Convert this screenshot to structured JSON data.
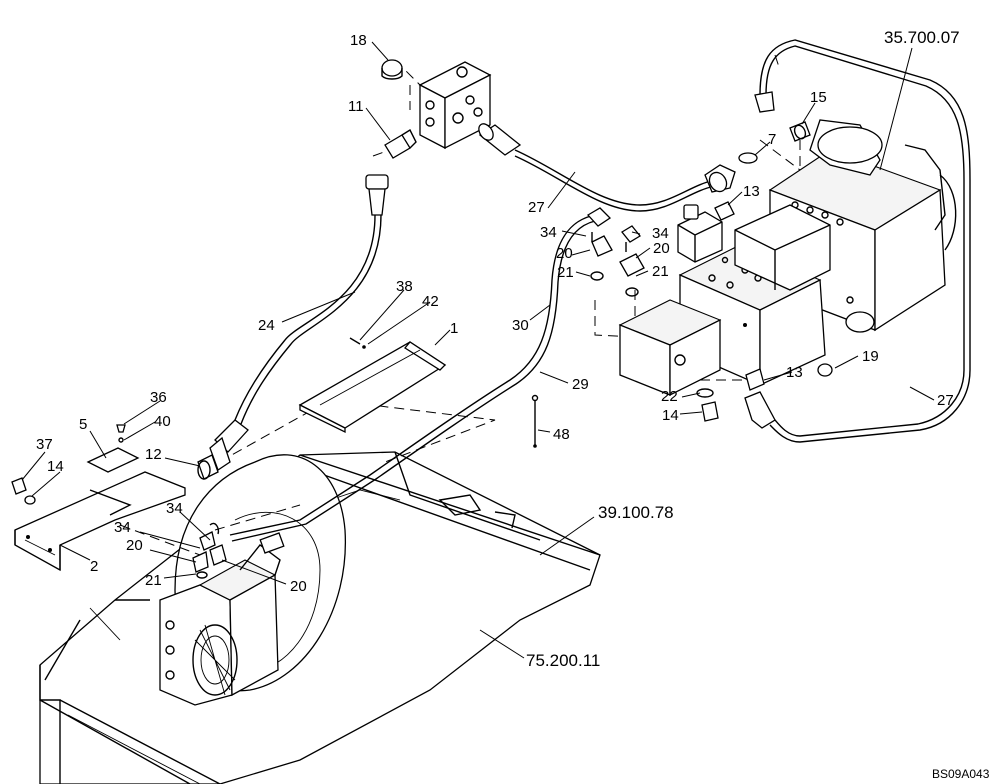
{
  "diagram": {
    "drawing_code": "BS09A043",
    "reference_labels": [
      {
        "id": "ref-35-700-07",
        "text": "35.700.07"
      },
      {
        "id": "ref-39-100-78",
        "text": "39.100.78"
      },
      {
        "id": "ref-75-200-11",
        "text": "75.200.11"
      }
    ],
    "part_callouts": [
      {
        "id": "c1",
        "text": "1"
      },
      {
        "id": "c2",
        "text": "2"
      },
      {
        "id": "c5",
        "text": "5"
      },
      {
        "id": "c7",
        "text": "7"
      },
      {
        "id": "c11",
        "text": "11"
      },
      {
        "id": "c12",
        "text": "12"
      },
      {
        "id": "c13a",
        "text": "13"
      },
      {
        "id": "c13b",
        "text": "13"
      },
      {
        "id": "c14a",
        "text": "14"
      },
      {
        "id": "c14b",
        "text": "14"
      },
      {
        "id": "c15",
        "text": "15"
      },
      {
        "id": "c18",
        "text": "18"
      },
      {
        "id": "c19",
        "text": "19"
      },
      {
        "id": "c20a",
        "text": "20"
      },
      {
        "id": "c20b",
        "text": "20"
      },
      {
        "id": "c20c",
        "text": "20"
      },
      {
        "id": "c20d",
        "text": "20"
      },
      {
        "id": "c21a",
        "text": "21"
      },
      {
        "id": "c21b",
        "text": "21"
      },
      {
        "id": "c21c",
        "text": "21"
      },
      {
        "id": "c22",
        "text": "22"
      },
      {
        "id": "c24",
        "text": "24"
      },
      {
        "id": "c27a",
        "text": "27"
      },
      {
        "id": "c27b",
        "text": "27"
      },
      {
        "id": "c29",
        "text": "29"
      },
      {
        "id": "c30",
        "text": "30"
      },
      {
        "id": "c34a",
        "text": "34"
      },
      {
        "id": "c34b",
        "text": "34"
      },
      {
        "id": "c34c",
        "text": "34"
      },
      {
        "id": "c34d",
        "text": "34"
      },
      {
        "id": "c36",
        "text": "36"
      },
      {
        "id": "c37",
        "text": "37"
      },
      {
        "id": "c38",
        "text": "38"
      },
      {
        "id": "c40",
        "text": "40"
      },
      {
        "id": "c42",
        "text": "42"
      },
      {
        "id": "c48",
        "text": "48"
      }
    ]
  }
}
